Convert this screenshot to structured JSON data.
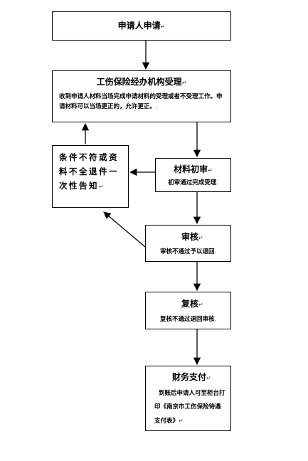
{
  "nodes": {
    "apply": {
      "title": "申请人申请"
    },
    "accept": {
      "title": "工伤保险经办机构受理",
      "body": "收到申请人材料当场完成申请材料的受理或者不受理工作。申请材料可以当场更正的，允许更正。"
    },
    "notice": {
      "title": "条件不符或资料不全退件一次性告知"
    },
    "initial": {
      "title": "材料初审",
      "body": "初审通过完成受理"
    },
    "review": {
      "title": "审核",
      "body": "审核不通过予以退回"
    },
    "recheck": {
      "title": "复核",
      "body": "复核不通过退回审核"
    },
    "payment": {
      "title": "财务支付",
      "body": "到账后申请人可至柜台打印《南京市工伤保险待遇支付表》"
    }
  },
  "marks": {
    "return_mark": "↵",
    "end_mark": "."
  }
}
